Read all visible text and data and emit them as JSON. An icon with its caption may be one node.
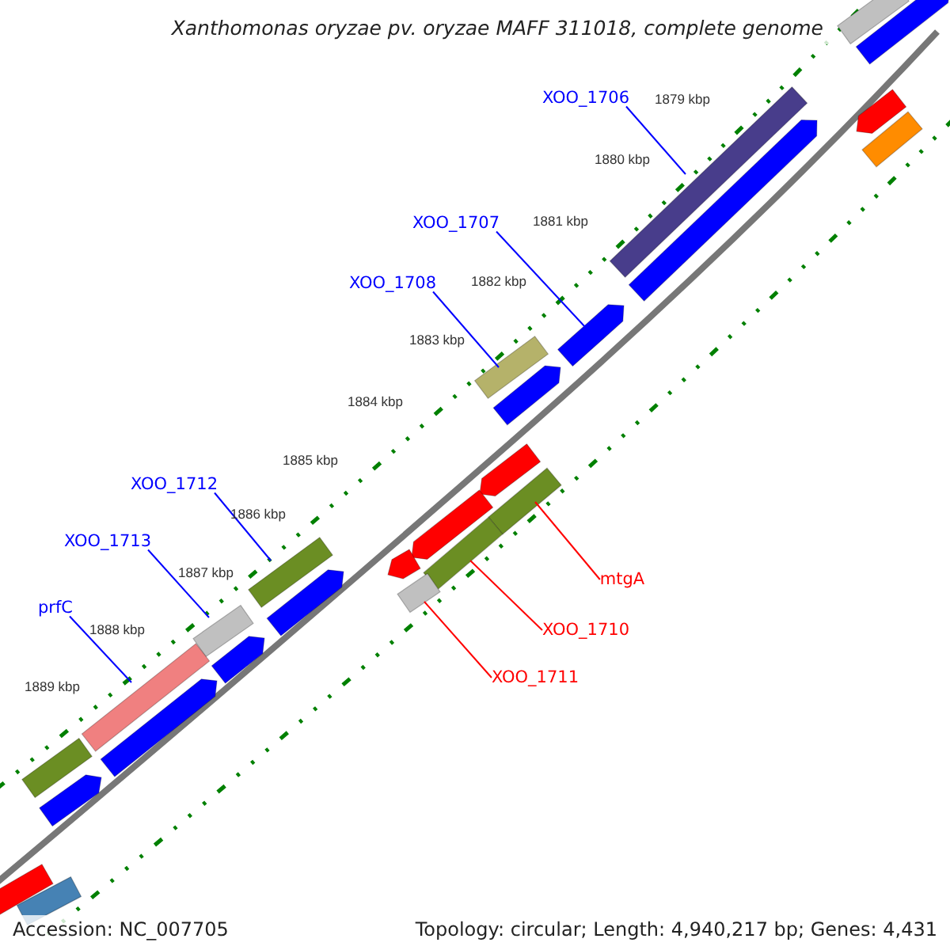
{
  "diagram": {
    "title": "Xanthomonas oryzae pv. oryzae MAFF 311018, complete genome",
    "nodes": [
      {
        "text": [
          "XOO_1706"
        ]
      },
      {
        "text": [
          "XOO_1707"
        ]
      },
      {
        "text": [
          "XOO_1708"
        ]
      },
      {
        "text": [
          "XOO_1712"
        ]
      },
      {
        "text": [
          "XOO_1713"
        ]
      },
      {
        "text": [
          "prfC"
        ]
      },
      {
        "text": [
          "mtgA"
        ]
      },
      {
        "text": [
          "XOO_1710"
        ]
      },
      {
        "text": [
          "XOO_1711"
        ]
      },
      {
        "text": [],
        "shape": "bar"
      },
      {
        "text": [],
        "shape": "arrow"
      },
      {
        "text": [],
        "shape": "arrow"
      },
      {
        "text": [],
        "shape": "bar"
      },
      {
        "text": [],
        "shape": "bar"
      },
      {
        "text": [],
        "shape": "arrow"
      },
      {
        "text": [],
        "shape": "arrow"
      },
      {
        "text": [],
        "shape": "bar"
      },
      {
        "text": [],
        "shape": "arrow"
      },
      {
        "text": [],
        "shape": "arrow"
      },
      {
        "text": [],
        "shape": "bar"
      },
      {
        "text": [],
        "shape": "arrow"
      },
      {
        "text": [],
        "shape": "bar"
      },
      {
        "text": [],
        "shape": "arrow"
      },
      {
        "text": [],
        "shape": "bar"
      },
      {
        "text": [],
        "shape": "bar"
      },
      {
        "text": [],
        "shape": "arrow"
      },
      {
        "text": [],
        "shape": "bar"
      },
      {
        "text": [],
        "shape": "arrow"
      },
      {
        "text": [],
        "shape": "bar"
      },
      {
        "text": [],
        "shape": "arrow"
      },
      {
        "text": [],
        "shape": "bar"
      },
      {
        "text": [],
        "shape": "arrow"
      },
      {
        "text": [],
        "shape": "bar"
      },
      {
        "text": [],
        "shape": "bar"
      }
    ],
    "edges": [
      {
        "from": 0,
        "to": 13,
        "arrow": "none"
      },
      {
        "from": 1,
        "to": 15,
        "arrow": "none"
      },
      {
        "from": 2,
        "to": 16,
        "arrow": "none"
      },
      {
        "from": 3,
        "to": 23,
        "arrow": "none"
      },
      {
        "from": 4,
        "to": 26,
        "arrow": "none"
      },
      {
        "from": 5,
        "to": 28,
        "arrow": "none"
      },
      {
        "from": 6,
        "to": 19,
        "arrow": "none",
        "color": "#ff0000"
      },
      {
        "from": 7,
        "to": 21,
        "arrow": "none",
        "color": "#ff0000"
      },
      {
        "from": 8,
        "to": 24,
        "arrow": "none",
        "color": "#ff0000"
      }
    ],
    "labels": [
      "1879 kbp",
      "1880 kbp",
      "1881 kbp",
      "1882 kbp",
      "1883 kbp",
      "1884 kbp",
      "1885 kbp",
      "1886 kbp",
      "1887 kbp",
      "1888 kbp",
      "1889 kbp",
      "Accession: NC_007705",
      "Topology: circular; Length: 4,940,217 bp; Genes: 4,431"
    ]
  }
}
